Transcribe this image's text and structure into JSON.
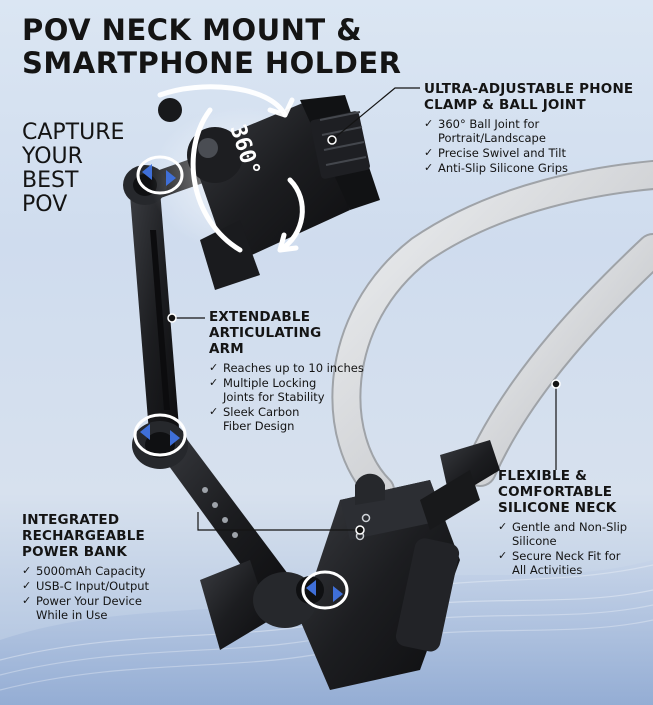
{
  "heading": {
    "line1": "POV NECK MOUNT &",
    "line2": "SMARTPHONE HOLDER"
  },
  "tagline": {
    "line1": "CAPTURE",
    "line2": "YOUR",
    "line3": "BEST",
    "line4": "POV"
  },
  "badge": {
    "text": "360°"
  },
  "features": {
    "clamp": {
      "title_line1": "ULTRA-ADJUSTABLE PHONE",
      "title_line2": "CLAMP & BALL JOINT",
      "bullets": [
        {
          "line1": "360° Ball Joint for",
          "line2": "Portrait/Landscape"
        },
        {
          "line1": "Precise Swivel and Tilt",
          "line2": ""
        },
        {
          "line1": "Anti-Slip Silicone Grips",
          "line2": ""
        }
      ]
    },
    "arm": {
      "title_line1": "EXTENDABLE",
      "title_line2": "ARTICULATING",
      "title_line3": "ARM",
      "bullets": [
        {
          "line1": "Reaches up to 10 inches",
          "line2": ""
        },
        {
          "line1": "Multiple Locking",
          "line2": "Joints for Stability"
        },
        {
          "line1": "Sleek Carbon",
          "line2": "Fiber Design"
        }
      ]
    },
    "neck": {
      "title_line1": "FLEXIBLE &",
      "title_line2": "COMFORTABLE",
      "title_line3": "SILICONE NECK",
      "bullets": [
        {
          "line1": "Gentle and Non-Slip",
          "line2": "Silicone"
        },
        {
          "line1": "Secure Neck Fit for",
          "line2": "All Activities"
        }
      ]
    },
    "power": {
      "title_line1": "INTEGRATED",
      "title_line2": "RECHARGEABLE",
      "title_line3": "POWER BANK",
      "bullets": [
        {
          "line1": "5000mAh Capacity",
          "line2": ""
        },
        {
          "line1": "USB-C Input/Output",
          "line2": ""
        },
        {
          "line1": "Power Your Device",
          "line2": "While in Use"
        }
      ]
    }
  },
  "colors": {
    "text": "#141414",
    "device": "#1c1d20",
    "silicone": "#d4d6d9",
    "glow": "#ffffff",
    "background_top": "#dbe6f3",
    "background_bottom": "#a9bedd"
  }
}
